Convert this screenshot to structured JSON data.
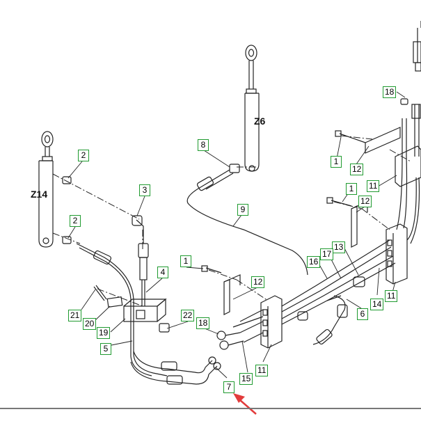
{
  "cylinders": {
    "left": "Z14",
    "middle": "Z6"
  },
  "callouts": {
    "c1_top": "1",
    "c1_mid": "1",
    "c1_left": "1",
    "c2_upper": "2",
    "c2_lower": "2",
    "c3": "3",
    "c4": "4",
    "c5": "5",
    "c6": "6",
    "c7": "7",
    "c8": "8",
    "c9": "9",
    "c11_top": "11",
    "c11_right": "11",
    "c11_bottom": "11",
    "c12_top": "12",
    "c12_mid": "12",
    "c12_left": "12",
    "c13": "13",
    "c14": "14",
    "c15": "15",
    "c16": "16",
    "c17": "17",
    "c18_top": "18",
    "c18_bottom": "18",
    "c19": "19",
    "c20": "20",
    "c21": "21",
    "c22": "22"
  },
  "colors": {
    "callout_border": "#1f9a2f",
    "line": "#222222",
    "pointer_arrow": "#e23b3b"
  }
}
